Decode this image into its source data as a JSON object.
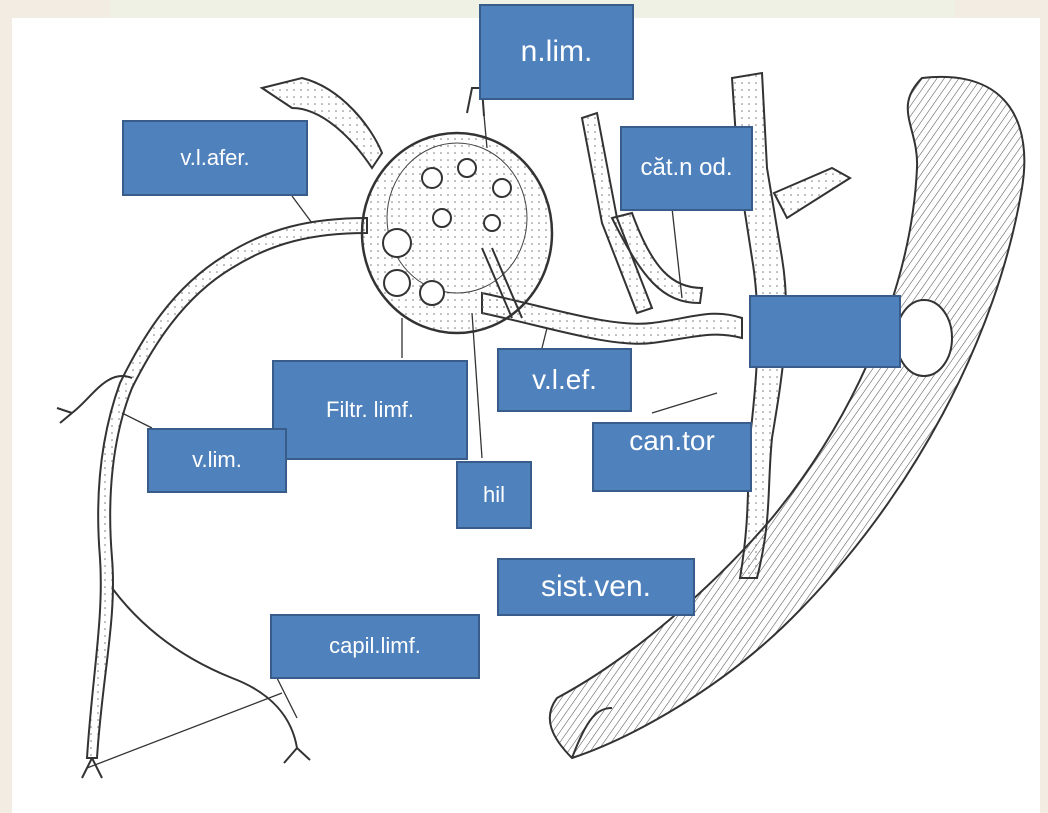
{
  "labels": {
    "lymph_node": "n.lim.",
    "afferent_vessel": "v.l.afer.",
    "node_chain": "căt.n od.",
    "blank": "",
    "efferent_vessel": "v.l.ef.",
    "lymph_filter": "Filtr. limf.",
    "lymph_vessel": "v.lim.",
    "hilum": "hil",
    "thoracic_duct": "can.tor",
    "venous_system": "sist.ven.",
    "lymph_capillaries": "capil.limf."
  },
  "colors": {
    "label_fill": "#4f81bd",
    "label_border": "#385d8a",
    "label_text": "#ffffff",
    "drawing_ink": "#333333"
  }
}
